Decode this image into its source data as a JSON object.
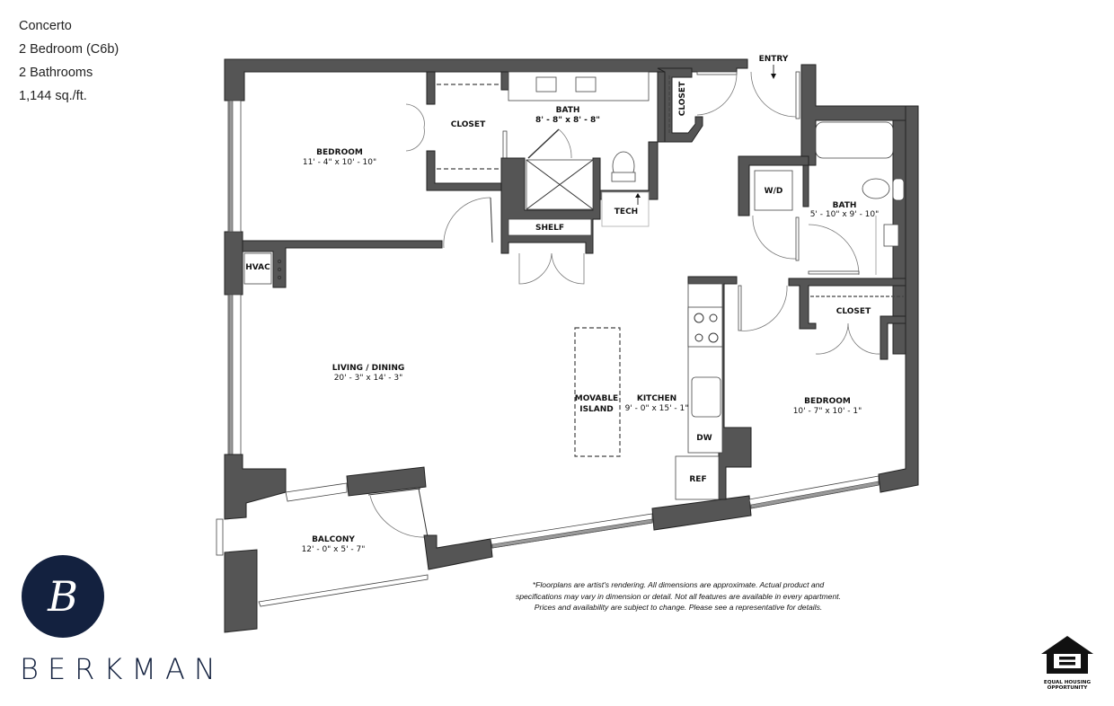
{
  "unit": {
    "name": "Concerto",
    "type": "2 Bedroom (C6b)",
    "bathrooms": "2 Bathrooms",
    "area": "1,144 sq./ft."
  },
  "rooms": {
    "bedroom1": {
      "label": "BEDROOM",
      "dims": "11' - 4\" x 10' - 10\""
    },
    "closet1": {
      "label": "CLOSET"
    },
    "bath1": {
      "label": "BATH",
      "dims": "8' - 8\" x 8' - 8\""
    },
    "closet_entry": {
      "label": "CLOSET"
    },
    "entry": {
      "label": "ENTRY"
    },
    "wd": {
      "label": "W/D"
    },
    "bath2": {
      "label": "BATH",
      "dims": "5' - 10\" x 9' - 10\""
    },
    "tech": {
      "label": "TECH"
    },
    "shelf": {
      "label": "SHELF"
    },
    "hvac": {
      "label": "HVAC"
    },
    "living": {
      "label": "LIVING / DINING",
      "dims": "20' - 3\" x 14' - 3\""
    },
    "island": {
      "label1": "MOVABLE",
      "label2": "ISLAND"
    },
    "kitchen": {
      "label": "KITCHEN",
      "dims": "9' - 0\" x 15' - 1\""
    },
    "dw": {
      "label": "DW"
    },
    "ref": {
      "label": "REF"
    },
    "closet2": {
      "label": "CLOSET"
    },
    "bedroom2": {
      "label": "BEDROOM",
      "dims": "10' - 7\" x 10' - 1\""
    },
    "balcony": {
      "label": "BALCONY",
      "dims": "12' - 0\" x 5' - 7\""
    }
  },
  "disclaimer": {
    "line1": "*Floorplans are artist's rendering. All dimensions are approximate. Actual product and",
    "line2": "specifications may vary in dimension or detail. Not all features are available in every apartment.",
    "line3": "Prices and availability are subject to change. Please see a representative for details."
  },
  "brand": {
    "monogram": "B",
    "name": "BERKMAN",
    "color": "#13213f"
  },
  "equal_housing": {
    "line1": "EQUAL HOUSING",
    "line2": "OPPORTUNITY"
  },
  "icons": {
    "logo": "berkman-monogram-icon",
    "eho": "equal-housing-house-icon",
    "entry_arrow": "arrow-down-icon",
    "tech_arrow": "arrow-up-icon"
  }
}
